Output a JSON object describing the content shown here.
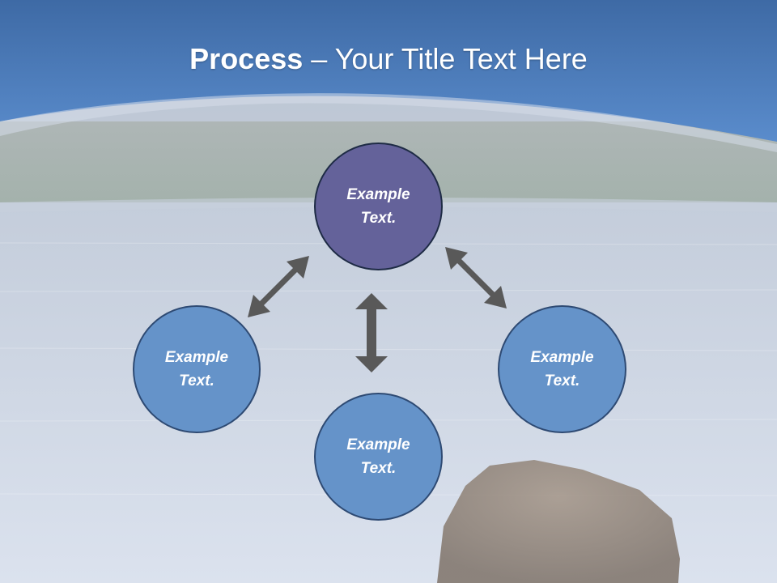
{
  "title": {
    "bold": "Process",
    "rest": " – Your Title Text Here"
  },
  "nodes": {
    "top": {
      "line1": "Example",
      "line2": "Text."
    },
    "left": {
      "line1": "Example",
      "line2": "Text."
    },
    "right": {
      "line1": "Example",
      "line2": "Text."
    },
    "bottom": {
      "line1": "Example",
      "line2": "Text."
    }
  },
  "colors": {
    "header_blue": "#4f7fc0",
    "top_node": "#64629a",
    "other_nodes": "#6593c9",
    "arrow": "#595959"
  }
}
